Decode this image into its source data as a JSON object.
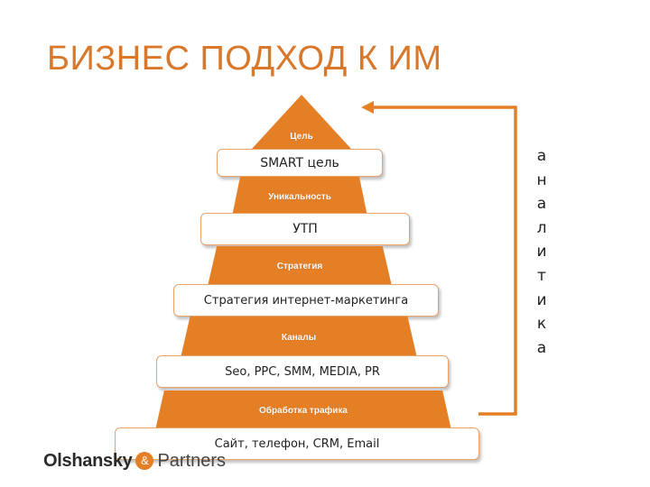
{
  "slide": {
    "title": "БИЗНЕС ПОДХОД К ИМ"
  },
  "pyramid": {
    "tiers": [
      {
        "label": "Цель",
        "box": "SMART цель"
      },
      {
        "label": "Уникальность",
        "box": "УТП"
      },
      {
        "label": "Стратегия",
        "box": "Стратегия интернет-маркетинга"
      },
      {
        "label": "Каналы",
        "box": "Seo, PPC, SMM, MEDIA, PR"
      },
      {
        "label": "Обработка трафика",
        "box": "Сайт, телефон, CRM, Email"
      }
    ]
  },
  "side_label": {
    "letters": [
      "а",
      "н",
      "а",
      "л",
      "и",
      "т",
      "и",
      "к",
      "а"
    ]
  },
  "logo": {
    "brand": "Olshansky",
    "amp": "&",
    "partners": "Partners"
  },
  "colors": {
    "accent": "#e57f26",
    "title": "#d9782a"
  }
}
